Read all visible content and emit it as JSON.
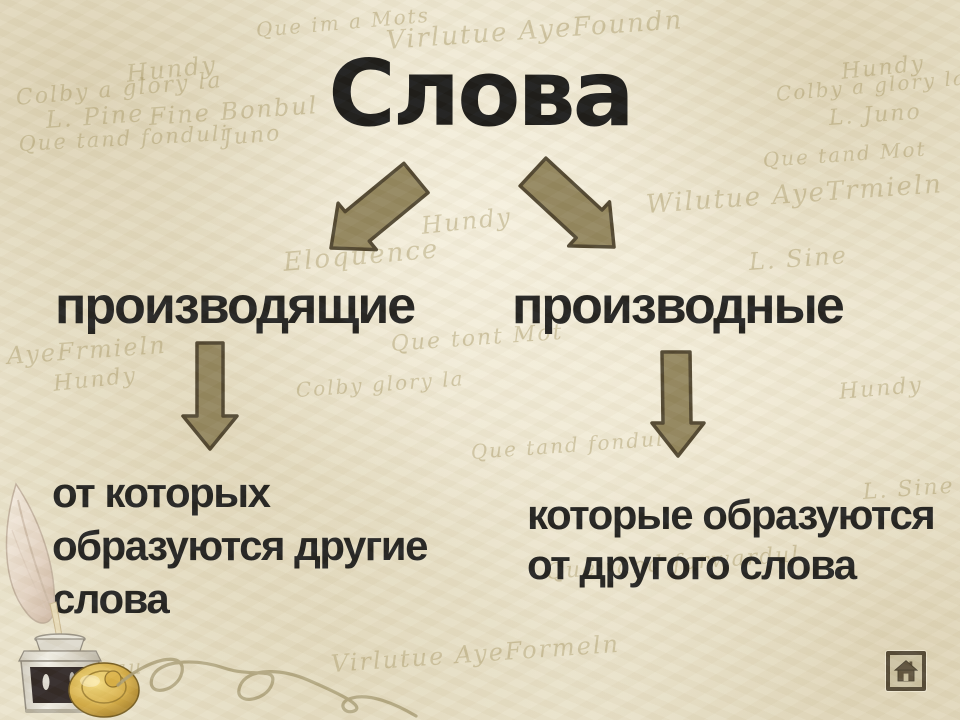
{
  "slide": {
    "title": "Слова",
    "branches": [
      {
        "label": "производящие",
        "description": "от которых образуются другие слова",
        "lines": [
          "от которых",
          "образуются другие",
          "слова"
        ]
      },
      {
        "label": "производные",
        "description": "которые образуются от другого слова",
        "lines": [
          "которые образуются",
          "от другого слова"
        ]
      }
    ]
  },
  "nav": {
    "home_icon": "home-icon"
  },
  "decor": {
    "quill_image": "quill-and-inkwell",
    "flourish": "calligraphic-swirl",
    "background_words": [
      "Que im a Mots",
      "Virlutue AyeFoundn",
      "Hundy",
      "Colby a glory la",
      "L. Pine",
      "Fine Bonbul",
      "Que tand fonduli",
      "Juno",
      "Hundy",
      "Colby a glory la",
      "L. Juno",
      "Que tand Mot",
      "Wilutue AyeTrmieln",
      "Hundy",
      "Eloquence",
      "L. Sine",
      "Que tont Mot",
      "AyeFrmieln",
      "Hundy",
      "Colby glory la",
      "Virlutue AyeFormeln",
      "Que tand forwardul",
      "Hundy",
      "L. Sine",
      "Que tand fondul",
      "Juneau"
    ]
  },
  "colors": {
    "background": "#eae3cc",
    "text": "#141414",
    "arrow_fill": "#8d8057",
    "arrow_outline": "#463b25",
    "script": "#a3935f",
    "home_border": "#4a3f2c",
    "home_fill": "#c9bf9f",
    "home_glyph": "#564a35"
  }
}
